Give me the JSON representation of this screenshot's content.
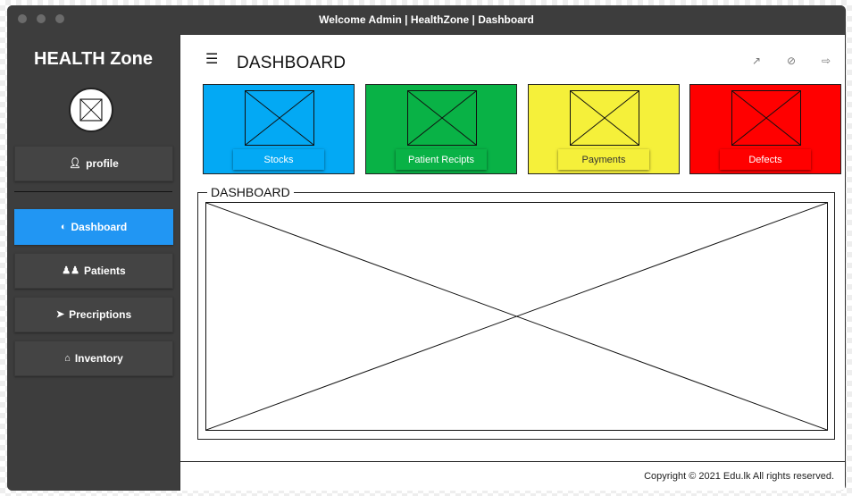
{
  "window": {
    "title": "Welcome Admin | HealthZone | Dashboard"
  },
  "sidebar": {
    "brand": "HEALTH Zone",
    "avatar_icon": "user-placeholder-image-icon",
    "profile": {
      "label": "profile",
      "icon": "user-icon"
    },
    "items": [
      {
        "label": "Dashboard",
        "icon": "tachometer-icon",
        "active": true
      },
      {
        "label": "Patients",
        "icon": "users-icon",
        "active": false
      },
      {
        "label": "Precriptions",
        "icon": "paper-plane-icon",
        "active": false
      },
      {
        "label": "Inventory",
        "icon": "home-icon",
        "active": false
      }
    ]
  },
  "header": {
    "menu_icon": "hamburger-icon",
    "title": "DASHBOARD",
    "actions": [
      {
        "icon": "external-link-icon"
      },
      {
        "icon": "bell-slash-icon"
      },
      {
        "icon": "sign-out-icon"
      }
    ]
  },
  "cards": [
    {
      "label": "Stocks",
      "color": "#03a9f4"
    },
    {
      "label": "Patient Recipts",
      "color": "#09b246"
    },
    {
      "label": "Payments",
      "color": "#f5f03a"
    },
    {
      "label": "Defects",
      "color": "#ff0000"
    }
  ],
  "panel": {
    "legend": "DASHBOARD"
  },
  "footer": {
    "copyright": "Copyright © 2021 Edu.lk All rights reserved."
  }
}
